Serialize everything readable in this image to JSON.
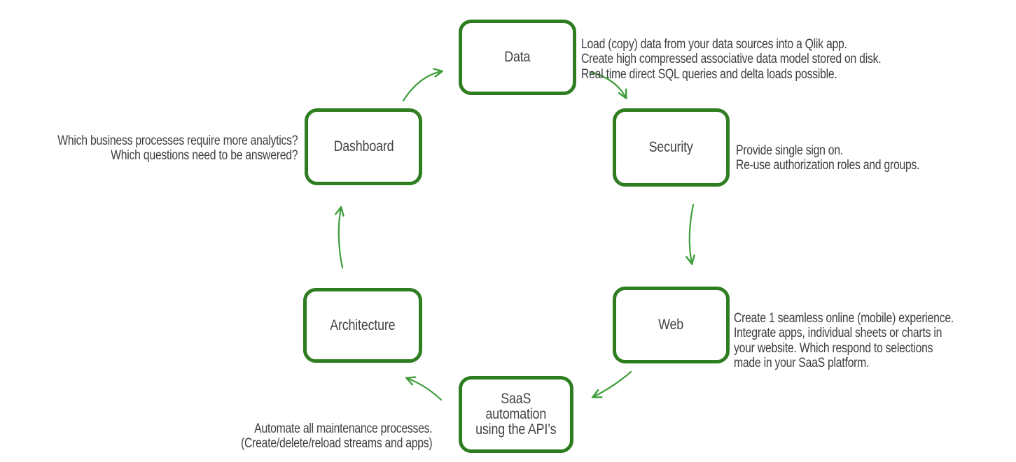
{
  "diagram": {
    "type": "cycle-flow",
    "colors": {
      "node_border": "#2e7d20",
      "arrow": "#3f9e3b",
      "text": "#3c3e40"
    },
    "nodes": {
      "data": {
        "label": "Data"
      },
      "security": {
        "label": "Security"
      },
      "web": {
        "label": "Web"
      },
      "saas": {
        "label": "SaaS\nautomation\nusing the API’s"
      },
      "architecture": {
        "label": "Architecture"
      },
      "dashboard": {
        "label": "Dashboard"
      }
    },
    "notes": {
      "data": "Load (copy) data from your data sources into a Qlik app.\nCreate high compressed associative data model stored on disk.\nReal time direct SQL queries and delta loads possible.",
      "security": "Provide single sign on.\nRe-use authorization roles and groups.",
      "web": "Create 1 seamless online (mobile) experience.\nIntegrate apps, individual sheets or charts in\nyour website. Which respond to selections\nmade in your SaaS platform.",
      "saas": "Automate all maintenance processes.\n(Create/delete/reload streams and apps)",
      "dashboard": "Which business processes require more analytics?\nWhich questions need to be answered?"
    },
    "arrows": [
      {
        "from": "Dashboard",
        "to": "Data"
      },
      {
        "from": "Data",
        "to": "Security"
      },
      {
        "from": "Security",
        "to": "Web"
      },
      {
        "from": "Web",
        "to": "SaaS automation using the API’s"
      },
      {
        "from": "SaaS automation using the API’s",
        "to": "Architecture"
      },
      {
        "from": "Architecture",
        "to": "Dashboard"
      }
    ]
  }
}
